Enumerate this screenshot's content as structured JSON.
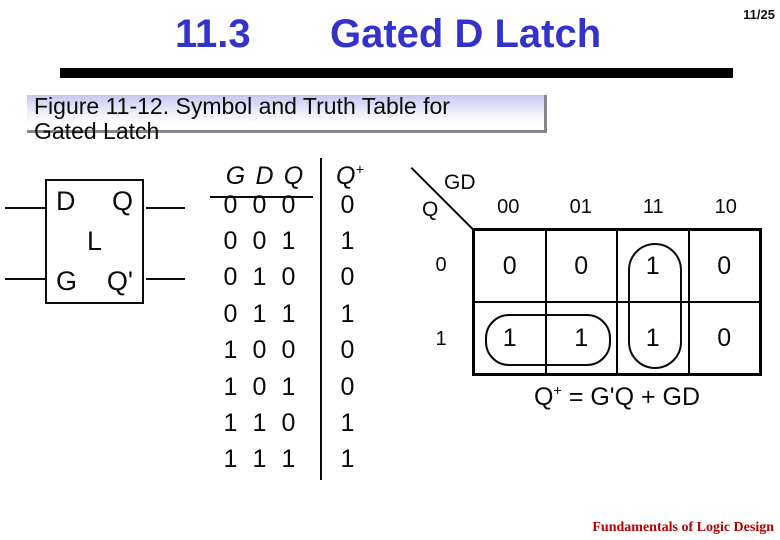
{
  "slide": {
    "page_indicator": "11/25",
    "section_number": "11.3",
    "title": "Gated D Latch",
    "footer_text": "Fundamentals of Logic Design"
  },
  "caption": {
    "line1": "Figure 11-12. Symbol and Truth Table for",
    "line2": "Gated Latch"
  },
  "latch_symbol": {
    "input_top": "D",
    "output_top": "Q",
    "center_label": "L",
    "input_bottom": "G",
    "output_bottom": "Q'"
  },
  "truth_table": {
    "input_headers": [
      "G",
      "D",
      "Q"
    ],
    "output_header_base": "Q",
    "output_header_sup": "+",
    "rows": [
      [
        "0",
        "0",
        "0",
        "0"
      ],
      [
        "0",
        "0",
        "1",
        "1"
      ],
      [
        "0",
        "1",
        "0",
        "0"
      ],
      [
        "0",
        "1",
        "1",
        "1"
      ],
      [
        "1",
        "0",
        "0",
        "0"
      ],
      [
        "1",
        "0",
        "1",
        "0"
      ],
      [
        "1",
        "1",
        "0",
        "1"
      ],
      [
        "1",
        "1",
        "1",
        "1"
      ]
    ]
  },
  "kmap": {
    "corner_top_label": "GD",
    "corner_side_label": "Q",
    "col_labels": [
      "00",
      "01",
      "11",
      "10"
    ],
    "row_labels": [
      "0",
      "1"
    ],
    "cells": [
      [
        "0",
        "0",
        "1",
        "0"
      ],
      [
        "1",
        "1",
        "1",
        "0"
      ]
    ],
    "equation_base": "Q",
    "equation_sup": "+",
    "equation_rest": " = G'Q + GD"
  },
  "colors": {
    "title_blue": "#3333cc",
    "footer_red": "#b30000"
  }
}
